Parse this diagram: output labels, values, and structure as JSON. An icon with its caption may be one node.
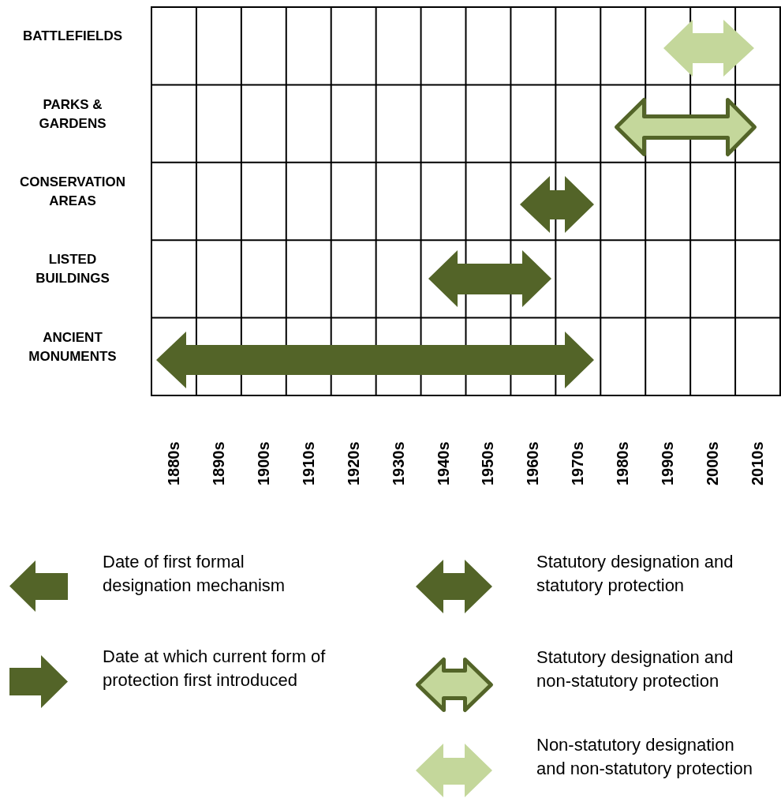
{
  "diagram": {
    "nodes": [
      {
        "text": [],
        "shape": "arrow"
      },
      {
        "text": [],
        "shape": "arrow"
      },
      {
        "text": [],
        "shape": "arrow"
      },
      {
        "text": [],
        "shape": "arrow"
      },
      {
        "text": [],
        "shape": "arrow"
      }
    ],
    "labels": [
      "BATTLEFIELDS",
      "PARKS & GARDENS",
      "CONSERVATION AREAS",
      "LISTED BUILDINGS",
      "ANCIENT MONUMENTS",
      "1880s",
      "1890s",
      "1900s",
      "1910s",
      "1920s",
      "1930s",
      "1940s",
      "1950s",
      "1960s",
      "1970s",
      "1980s",
      "1990s",
      "2000s",
      "2010s"
    ],
    "legend": [
      {
        "text": "Date of first formal designation mechanism"
      },
      {
        "text": "Date at which current form of protection first introduced"
      },
      {
        "text": "Statutory designation and statutory protection"
      },
      {
        "text": "Statutory designation and non-statutory protection"
      },
      {
        "text": "Non-statutory designation and non-statutory protection"
      }
    ]
  }
}
